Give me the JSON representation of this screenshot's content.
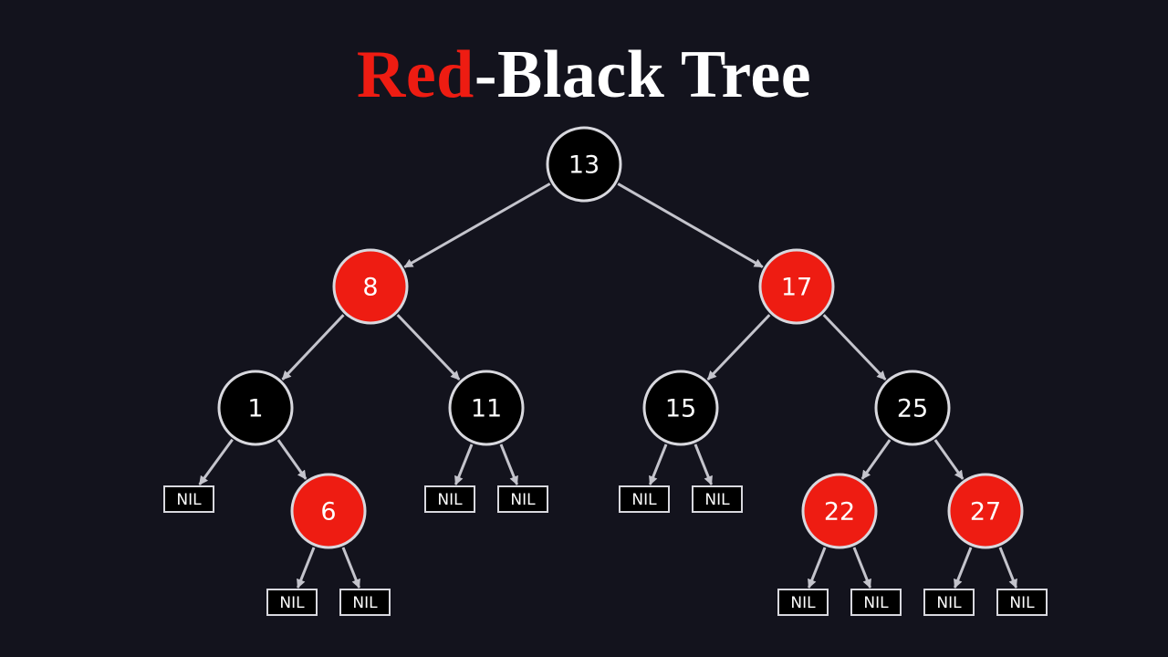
{
  "title": {
    "red_part": "Red",
    "rest_part": "-Black Tree"
  },
  "colors": {
    "background": "#13131d",
    "red_node": "#ee1c12",
    "black_node": "#000000",
    "node_border": "#d8d8de",
    "edge": "#c4c4cc",
    "title_red": "#ee1c12",
    "title_white": "#ffffff"
  },
  "tree": {
    "nodes": [
      {
        "id": "n13",
        "label": "13",
        "color": "black",
        "children": [
          "n8",
          "n17"
        ]
      },
      {
        "id": "n8",
        "label": "8",
        "color": "red",
        "children": [
          "n1",
          "n11"
        ]
      },
      {
        "id": "n17",
        "label": "17",
        "color": "red",
        "children": [
          "n15",
          "n25"
        ]
      },
      {
        "id": "n1",
        "label": "1",
        "color": "black",
        "children": [
          "nil1",
          "n6"
        ]
      },
      {
        "id": "n11",
        "label": "11",
        "color": "black",
        "children": [
          "nil2",
          "nil3"
        ]
      },
      {
        "id": "n15",
        "label": "15",
        "color": "black",
        "children": [
          "nil4",
          "nil5"
        ]
      },
      {
        "id": "n25",
        "label": "25",
        "color": "black",
        "children": [
          "n22",
          "n27"
        ]
      },
      {
        "id": "n6",
        "label": "6",
        "color": "red",
        "children": [
          "nil6",
          "nil7"
        ]
      },
      {
        "id": "n22",
        "label": "22",
        "color": "red",
        "children": [
          "nil8",
          "nil9"
        ]
      },
      {
        "id": "n27",
        "label": "27",
        "color": "red",
        "children": [
          "nil10",
          "nil11"
        ]
      }
    ],
    "nil_label": "NIL",
    "nils": [
      "nil1",
      "nil2",
      "nil3",
      "nil4",
      "nil5",
      "nil6",
      "nil7",
      "nil8",
      "nil9",
      "nil10",
      "nil11"
    ]
  }
}
